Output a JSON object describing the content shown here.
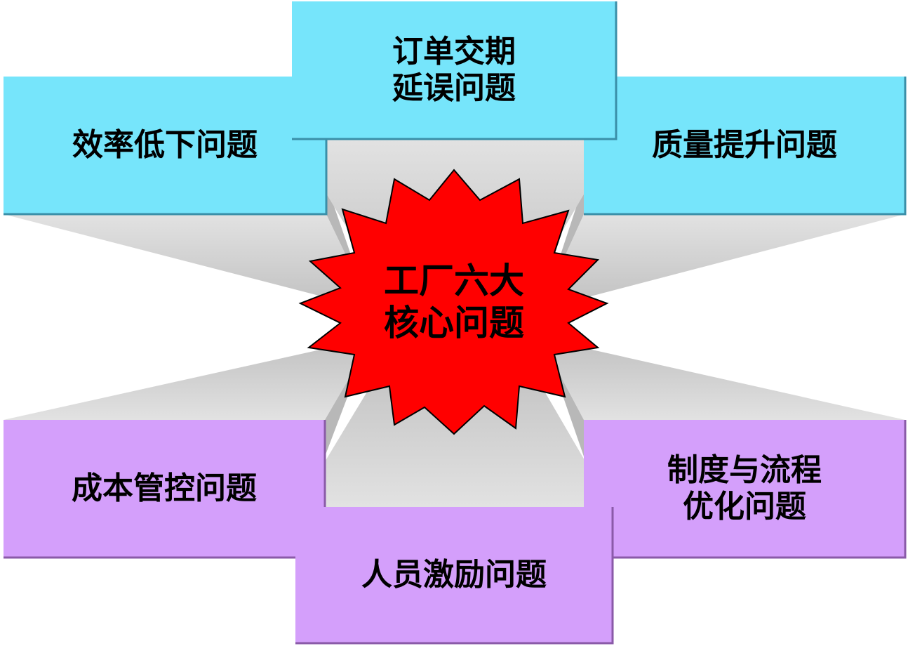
{
  "diagram": {
    "center": {
      "label": "工厂六大\n核心问题",
      "color": "#ff0000"
    },
    "top_colors": {
      "fill": "#76e5fb",
      "edge": "#3a8fa8"
    },
    "bottom_colors": {
      "fill": "#d49ffb",
      "edge": "#8a5aa8"
    },
    "connector_color": "#d4d4d4",
    "boxes": [
      {
        "id": "top-left",
        "label": "效率低下问题"
      },
      {
        "id": "top-center",
        "label": "订单交期\n延误问题"
      },
      {
        "id": "top-right",
        "label": "质量提升问题"
      },
      {
        "id": "bottom-left",
        "label": "成本管控问题"
      },
      {
        "id": "bottom-center",
        "label": "人员激励问题"
      },
      {
        "id": "bottom-right",
        "label": "制度与流程\n优化问题"
      }
    ]
  }
}
